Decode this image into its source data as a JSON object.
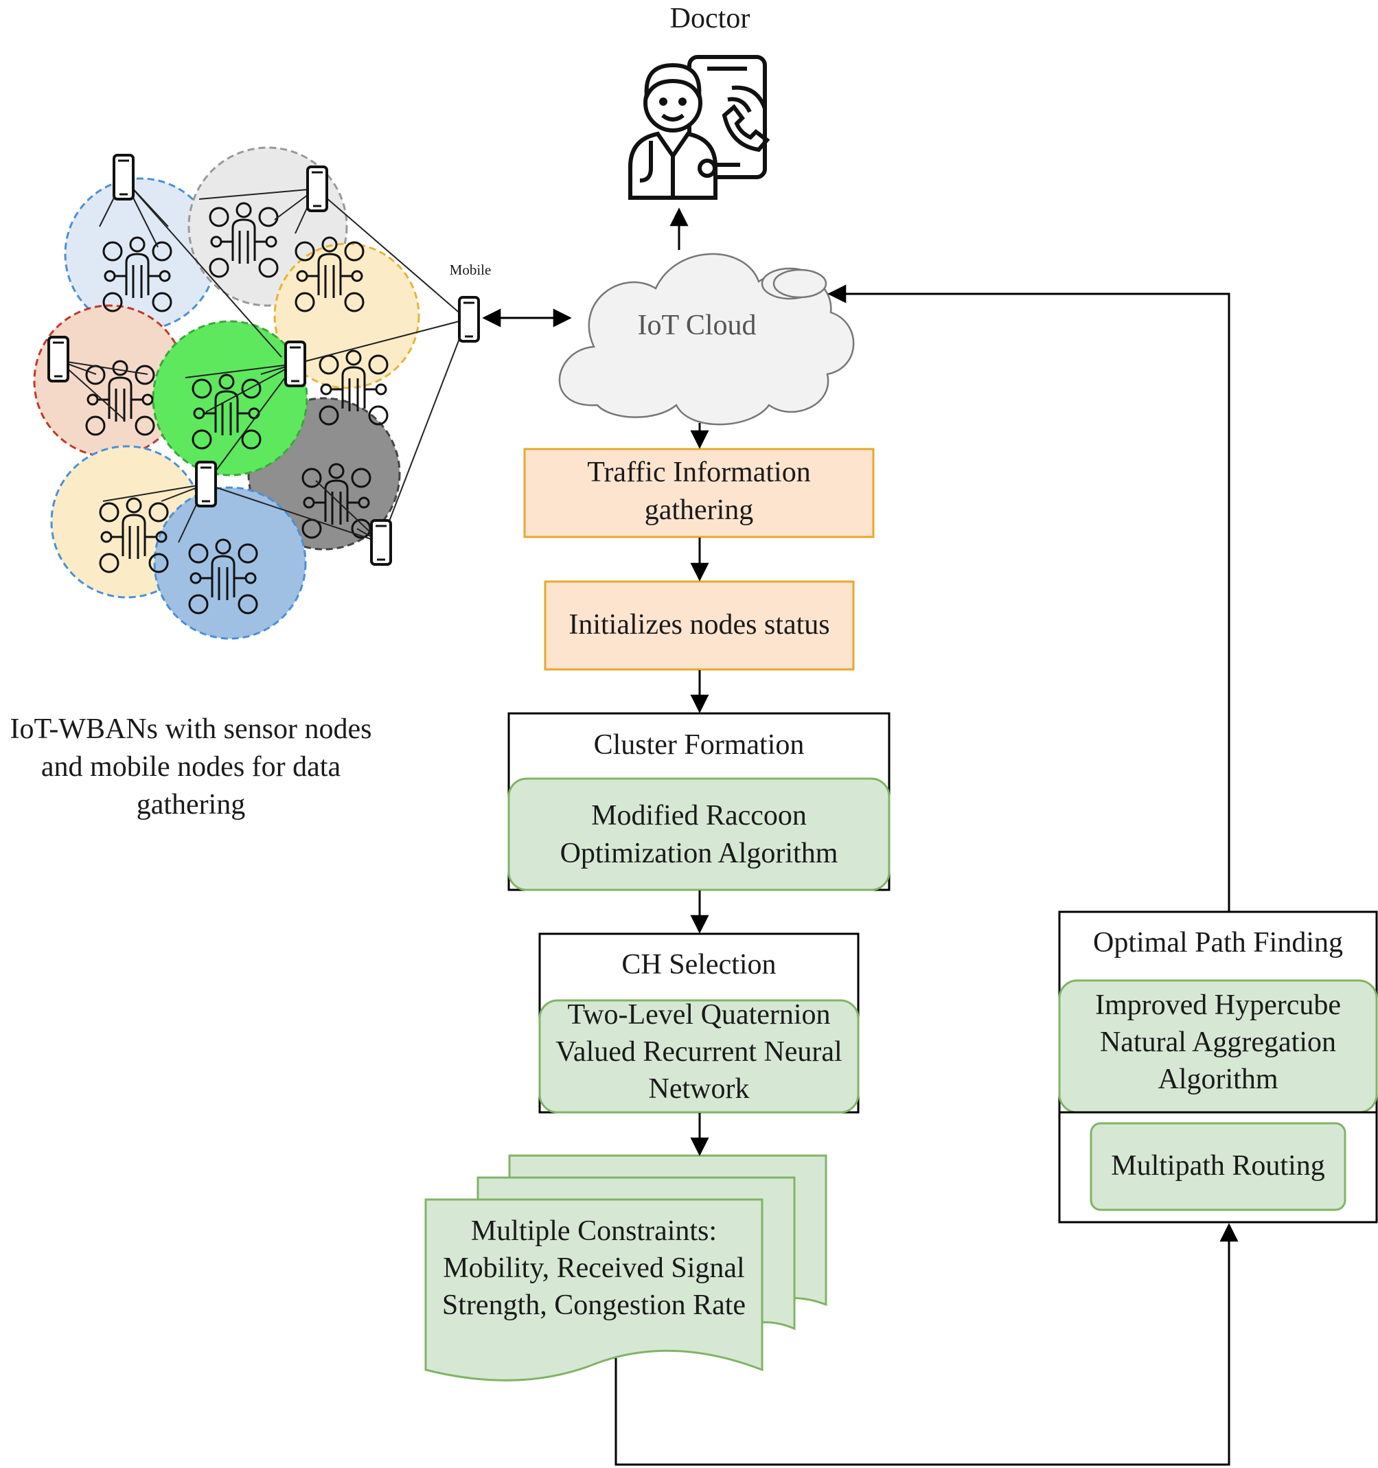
{
  "doctor_label": "Doctor",
  "mobile_label": "Mobile",
  "cloud_label": "IoT Cloud",
  "wban_caption": [
    "IoT-WBANs with sensor nodes",
    "and mobile nodes for data",
    "gathering"
  ],
  "steps": {
    "traffic": [
      "Traffic Information",
      "gathering"
    ],
    "init": "Initializes nodes status",
    "cluster_title": "Cluster Formation",
    "cluster_algo": [
      "Modified Raccoon",
      "Optimization Algorithm"
    ],
    "ch_title": "CH Selection",
    "ch_algo": [
      "Two-Level Quaternion",
      "Valued Recurrent Neural",
      "Network"
    ],
    "constraints": [
      "Multiple Constraints:",
      "Mobility, Received Signal",
      "Strength, Congestion Rate"
    ],
    "path_title": "Optimal Path Finding",
    "path_algo": [
      "Improved Hypercube",
      "Natural Aggregation",
      "Algorithm"
    ],
    "routing": "Multipath Routing"
  },
  "colors": {
    "orange_fill": "#fde4cf",
    "orange_stroke": "#e6a82e",
    "green_fill": "#d6e8d4",
    "green_stroke": "#82b366",
    "cloud_fill": "#f2f2f2",
    "line": "#000000"
  },
  "icons": [
    "doctor-phone-icon",
    "mobile-phone-icon",
    "patient-sensor-icon",
    "cloud-icon"
  ]
}
